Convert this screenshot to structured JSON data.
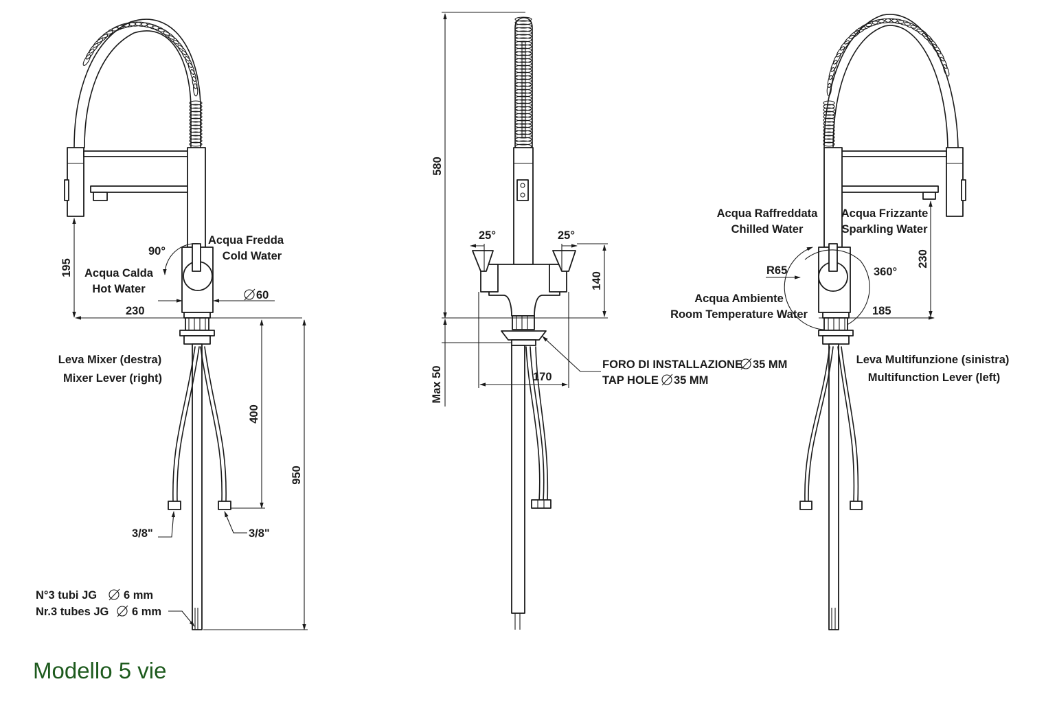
{
  "caption": "Modello 5 vie",
  "colors": {
    "caption": "#1d5a1d",
    "lines": "#1a1a1a"
  },
  "left_view": {
    "label_fredda_it": "Acqua Fredda",
    "label_fredda_en": "Cold Water",
    "label_calda_it": "Acqua Calda",
    "label_calda_en": "Hot Water",
    "angle": "90°",
    "dim_195": "195",
    "dim_230": "230",
    "dim_diam": "60",
    "lever_it": "Leva Mixer (destra)",
    "lever_en": "Mixer Lever (right)",
    "dim_400": "400",
    "dim_950": "950",
    "thread_left": "3/8\"",
    "thread_right": "3/8\"",
    "tubes_it_a": "N°3 tubi JG",
    "tubes_it_b": "6 mm",
    "tubes_en_a": "Nr.3 tubes JG",
    "tubes_en_b": "6 mm"
  },
  "center_view": {
    "dim_580": "580",
    "angle_left": "25°",
    "angle_right": "25°",
    "dim_140": "140",
    "dim_max50": "Max 50",
    "dim_170": "170",
    "hole_it_a": "FORO DI INSTALLAZIONE",
    "hole_it_b": "35 MM",
    "hole_en_a": "TAP HOLE",
    "hole_en_b": "35 MM"
  },
  "right_view": {
    "chilled_it": "Acqua Raffreddata",
    "chilled_en": "Chilled Water",
    "sparkling_it": "Acqua Frizzante",
    "sparkling_en": "Sparkling Water",
    "radius": "R65",
    "angle": "360°",
    "ambient_it": "Acqua Ambiente",
    "ambient_en": "Room Temperature Water",
    "dim_185": "185",
    "dim_230": "230",
    "lever_it": "Leva Multifunzione (sinistra)",
    "lever_en": "Multifunction Lever (left)"
  }
}
